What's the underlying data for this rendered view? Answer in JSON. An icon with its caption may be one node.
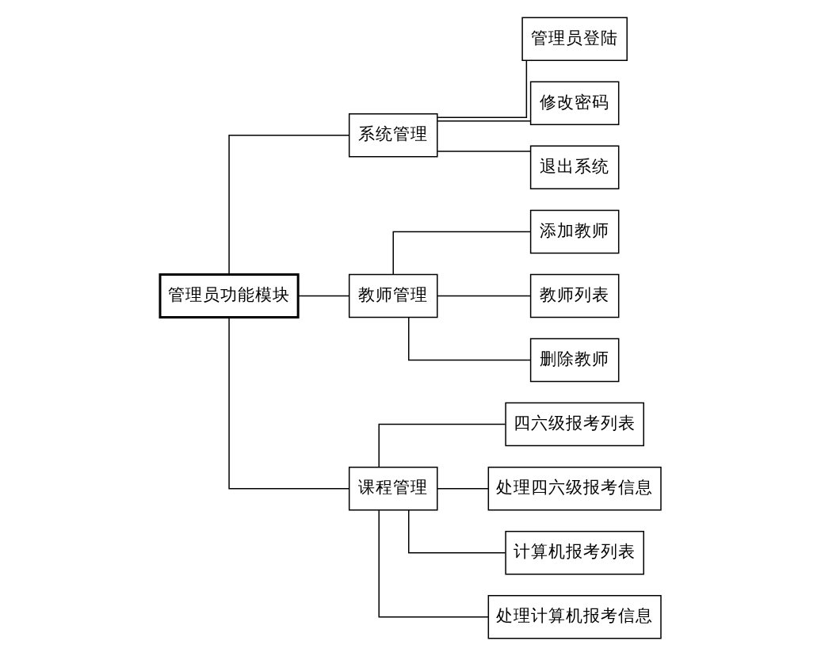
{
  "diagram": {
    "nodes": [
      {
        "text": [
          "管理员功能模块"
        ]
      },
      {
        "text": [
          "系统管理"
        ]
      },
      {
        "text": [
          "管理员登陆"
        ]
      },
      {
        "text": [
          "修改密码"
        ]
      },
      {
        "text": [
          "退出系统"
        ]
      },
      {
        "text": [
          "教师管理"
        ]
      },
      {
        "text": [
          "添加教师"
        ]
      },
      {
        "text": [
          "教师列表"
        ]
      },
      {
        "text": [
          "删除教师"
        ]
      },
      {
        "text": [
          "课程管理"
        ]
      },
      {
        "text": [
          "四六级报考列表"
        ]
      },
      {
        "text": [
          "处理四六级报考信息"
        ]
      },
      {
        "text": [
          "计算机报考列表"
        ]
      },
      {
        "text": [
          "处理计算机报考信息"
        ]
      }
    ],
    "edges": [
      {
        "from": 0,
        "to": 1,
        "arrow": "none"
      },
      {
        "from": 0,
        "to": 5,
        "arrow": "none"
      },
      {
        "from": 0,
        "to": 9,
        "arrow": "none"
      },
      {
        "from": 1,
        "to": 2,
        "arrow": "none"
      },
      {
        "from": 1,
        "to": 3,
        "arrow": "none"
      },
      {
        "from": 1,
        "to": 4,
        "arrow": "none"
      },
      {
        "from": 5,
        "to": 6,
        "arrow": "none"
      },
      {
        "from": 5,
        "to": 7,
        "arrow": "none"
      },
      {
        "from": 5,
        "to": 8,
        "arrow": "none"
      },
      {
        "from": 9,
        "to": 10,
        "arrow": "none"
      },
      {
        "from": 9,
        "to": 11,
        "arrow": "none"
      },
      {
        "from": 9,
        "to": 12,
        "arrow": "none"
      },
      {
        "from": 9,
        "to": 13,
        "arrow": "none"
      }
    ]
  }
}
